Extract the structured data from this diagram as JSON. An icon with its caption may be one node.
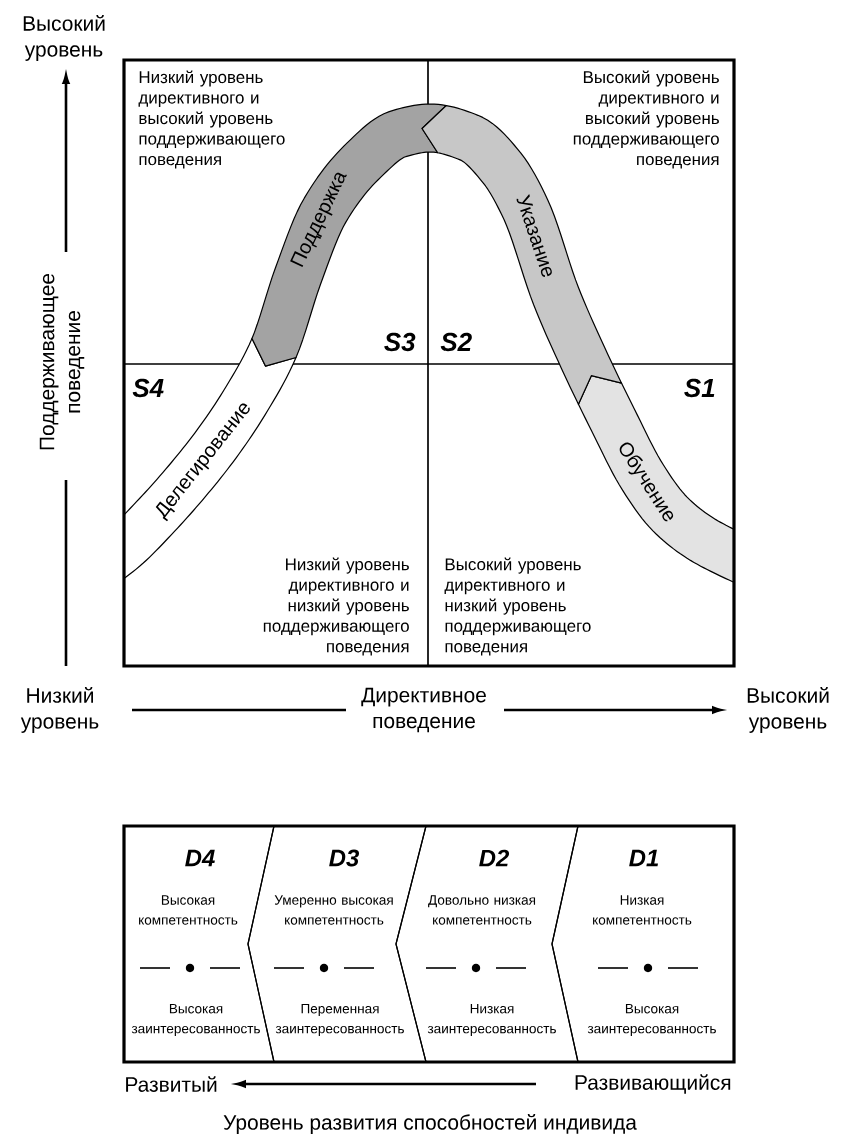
{
  "diagram": {
    "nodes": [
      {
        "text": [
          "Низкий уровень директивного и высокий уровень поддерживающего поведения",
          "S3"
        ]
      },
      {
        "text": [
          "Высокий уровень директивного и высокий уровень поддерживающего поведения",
          "S2"
        ]
      },
      {
        "text": [
          "S4",
          "Низкий уровень директивного и низкий уровень поддерживающего поведения"
        ]
      },
      {
        "text": [
          "S1",
          "Высокий уровень директивного и низкий уровень поддерживающего поведения"
        ]
      },
      {
        "text": [
          "Делегирование"
        ]
      },
      {
        "text": [
          "Поддержка"
        ]
      },
      {
        "text": [
          "Указание"
        ]
      },
      {
        "text": [
          "Обучение"
        ],
        "in": 3
      },
      {
        "text": [
          "D4",
          "Высокая компетентность",
          "Высокая заинтересованность"
        ]
      },
      {
        "text": [
          "D3",
          "Умеренно высокая компетентность",
          "Переменная заинтересованность"
        ]
      },
      {
        "text": [
          "D2",
          "Довольно низкая компетентность",
          "Низкая заинтересованность"
        ]
      },
      {
        "text": [
          "D1",
          "Низкая компетентность",
          "Высокая заинтересованность"
        ]
      }
    ],
    "labels": [
      "Высокий уровень",
      "Поддерживающее поведение",
      "Низкий уровень",
      "Директивное поведение",
      "Высокий уровень",
      "Развитый",
      "Развивающийся",
      "Уровень развития способностей индивида"
    ]
  }
}
